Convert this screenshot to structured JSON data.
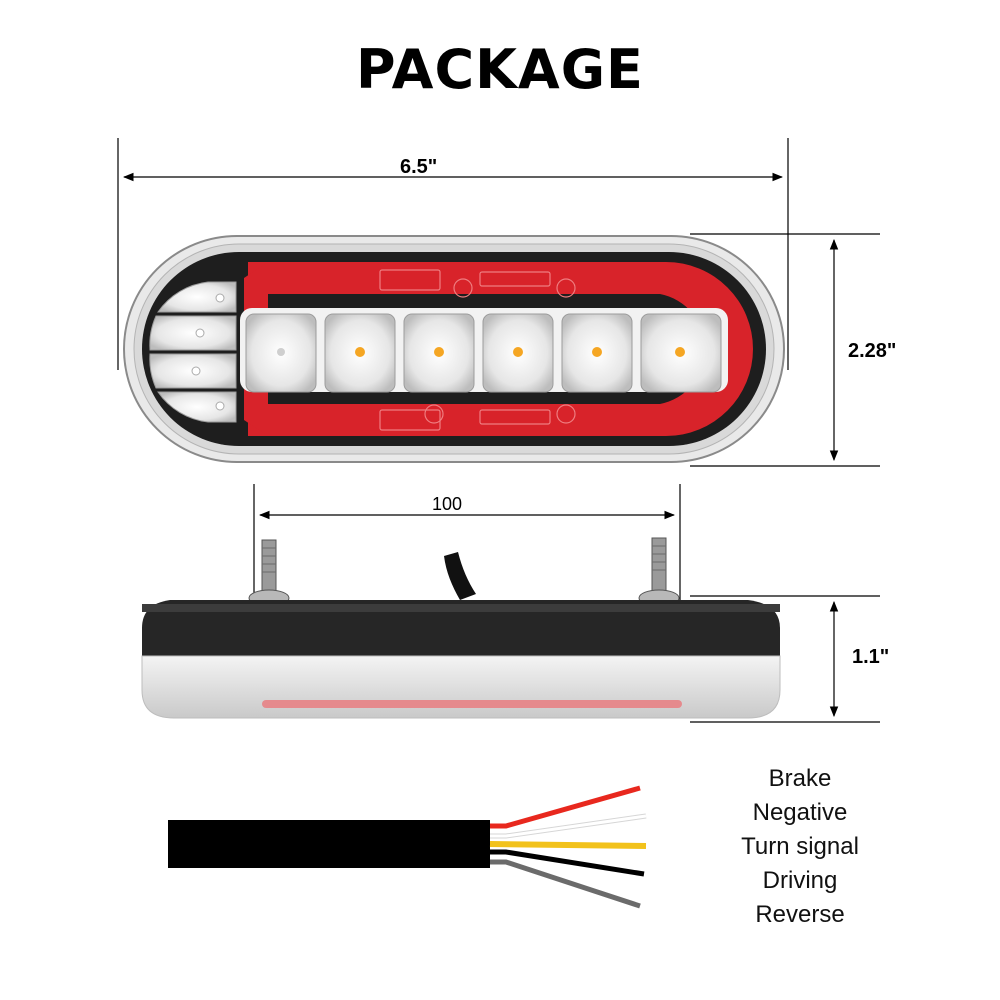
{
  "title": "PACKAGE",
  "dimensions": {
    "width": "6.5\"",
    "height": "2.28\"",
    "depth": "1.1\"",
    "stud_spacing": "100"
  },
  "wires": [
    {
      "label": "Brake",
      "color": "#e8281e"
    },
    {
      "label": "Negative",
      "color": "#ffffff"
    },
    {
      "label": "Turn signal",
      "color": "#f2c21b"
    },
    {
      "label": "Driving",
      "color": "#000000"
    },
    {
      "label": "Reverse",
      "color": "#6b6b6b"
    }
  ],
  "colors": {
    "lens_red": "#d8232a",
    "housing_black": "#1e1e1e",
    "led_amber": "#f5a623"
  }
}
